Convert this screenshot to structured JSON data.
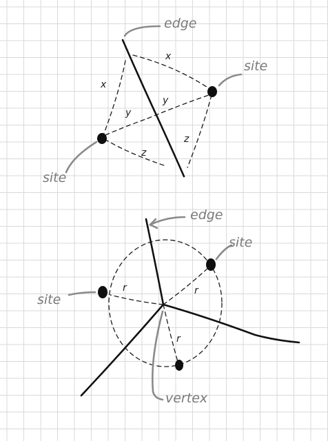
{
  "colors": {
    "paper": "#ffffff",
    "grid": "#d9d9d9",
    "ink": "#111111",
    "annotation": "#7a7a7a"
  },
  "diagram_top": {
    "edge_label": "edge",
    "site_label_right": "site",
    "site_label_left": "site",
    "distance_x": "x",
    "distance_y": "y",
    "distance_z": "z"
  },
  "diagram_bottom": {
    "edge_label": "edge",
    "site_label_right": "site",
    "site_label_left": "site",
    "vertex_label": "vertex",
    "radius_label": "r"
  }
}
